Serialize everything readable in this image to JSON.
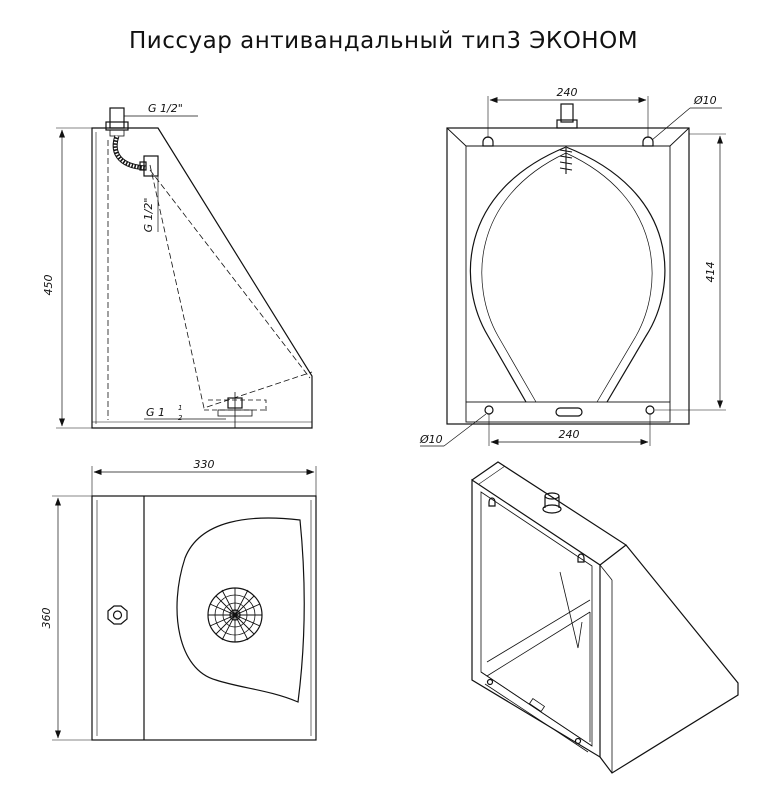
{
  "title": "Писсуар антивандальный тип3 ЭКОНОМ",
  "side_view": {
    "height": "450",
    "thread_top": "G 1/2\"",
    "thread_mid": "G 1/2\"",
    "thread_drain": "G 1"
  },
  "front_view": {
    "width_top": "240",
    "width_bottom": "240",
    "height": "414",
    "hole_top": "Ø10",
    "hole_bottom": "Ø10"
  },
  "top_view": {
    "width": "330",
    "depth": "360"
  },
  "iso_view": {}
}
